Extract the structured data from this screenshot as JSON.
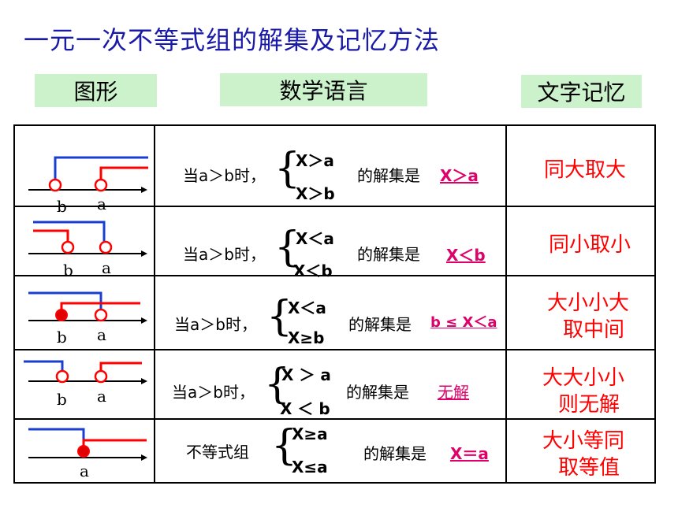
{
  "title": "一元一次不等式组的解集及记忆方法",
  "headers": {
    "graph": "图形",
    "math": "数学语言",
    "memory": "文字记忆"
  },
  "rows": [
    {
      "prefix": "当a＞b时，",
      "cond1": "X＞a",
      "cond2": "X＞b",
      "mid": "的解集是",
      "result": "X＞a",
      "memo1": "同大取大",
      "memo2": "",
      "label_left": "b",
      "label_right": "a"
    },
    {
      "prefix": "当a＞b时，",
      "cond1": "X＜a",
      "cond2": "X＜b",
      "mid": "的解集是",
      "result": "X＜b",
      "memo1": "同小取小",
      "memo2": "",
      "label_left": "b",
      "label_right": "a"
    },
    {
      "prefix": "当a＞b时，",
      "cond1": "X＜a",
      "cond2": "X≥b",
      "mid": "的解集是",
      "result": "b ≤ X＜a",
      "memo1": "大小小大",
      "memo2": "取中间",
      "label_left": "b",
      "label_right": "a"
    },
    {
      "prefix": "当a＞b时，",
      "cond1": "X ＞ a",
      "cond2": "X ＜ b",
      "mid": "的解集是",
      "result": "无解",
      "memo1": "大大小小",
      "memo2": "则无解",
      "label_left": "b",
      "label_right": "a"
    },
    {
      "prefix": "不等式组",
      "cond1": "X≥a",
      "cond2": "X≤a",
      "mid": "的解集是",
      "result": "X＝a",
      "memo1": "大小等同",
      "memo2": "取等值",
      "label_left": "",
      "label_right": "a"
    }
  ],
  "colors": {
    "blue": "#1a3fd0",
    "red": "#ff0000",
    "title": "#1a1aa8",
    "result": "#e0006a",
    "header_bg": "#ccf2cc"
  }
}
